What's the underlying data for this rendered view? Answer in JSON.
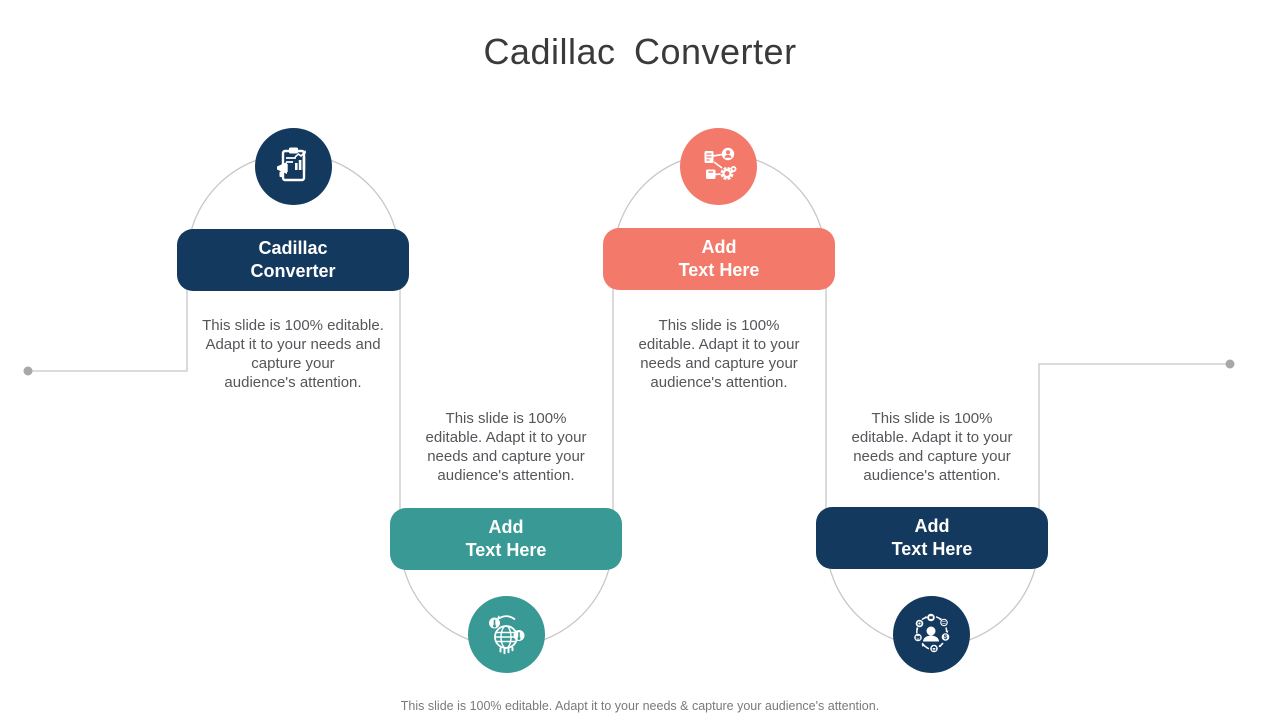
{
  "title": "Cadillac Converter",
  "footer": "This slide is 100% editable. Adapt it to your needs & capture your audience's attention.",
  "colors": {
    "navy": "#14395e",
    "teal": "#389995",
    "coral": "#f3796b",
    "connector_line": "#c7c7c7",
    "endpoint_dot": "#a8a8a8",
    "description_text": "#55565a",
    "title_text": "#3a3a3a",
    "footer_text": "#7a7a7a",
    "background": "#ffffff"
  },
  "nodes": [
    {
      "label": "Cadillac\nConverter",
      "description": "This slide is 100% editable.\nAdapt it to your needs and\ncapture your\naudience's attention.",
      "color": "#14395e",
      "icon": "clipboard-report-megaphone-icon",
      "position": "top"
    },
    {
      "label": "Add\nText Here",
      "description": "This slide is 100%\neditable. Adapt it to your\nneeds and capture your\naudience's attention.",
      "color": "#389995",
      "icon": "globe-climate-icon",
      "position": "bottom"
    },
    {
      "label": "Add\nText Here",
      "description": "This slide is 100%\neditable. Adapt it to your\nneeds and capture your\naudience's attention.",
      "color": "#f3796b",
      "icon": "connected-network-icon",
      "position": "top"
    },
    {
      "label": "Add\nText Here",
      "description": "This slide is 100%\neditable. Adapt it to your\nneeds and capture your\naudience's attention.",
      "color": "#14395e",
      "icon": "customer-finance-cycle-icon",
      "position": "bottom"
    }
  ]
}
